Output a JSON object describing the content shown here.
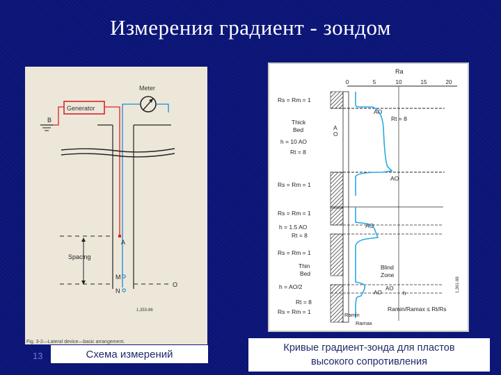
{
  "slide": {
    "title": "Измерения градиент - зондом",
    "page_number": "13"
  },
  "left_figure": {
    "meter_label": "Meter",
    "generator_label": "Generator",
    "electrode_b": "B",
    "electrode_a": "A",
    "spacing_label": "Spacing",
    "electrode_m": "M",
    "electrode_n": "N",
    "point_o": "O",
    "figure_code": "1,353-86",
    "fig_caption": "Fig. 3-2—Lateral device—basic arrangement.",
    "caption": "Схема измерений"
  },
  "right_figure": {
    "axis_title": "Ra",
    "ticks": [
      "0",
      "5",
      "10",
      "15",
      "20"
    ],
    "thick_section": {
      "top_formula": "Rs = Rm = 1",
      "bed_label": "Thick\nBed",
      "h_label": "h = 10 AO",
      "rt_label": "Rt = 8",
      "rt_curve_label": "Rt = 8",
      "ao_upper": "AO",
      "ao_lower": "AO",
      "a_label": "A",
      "o_label": "O",
      "bottom_formula": "Rs = Rm = 1"
    },
    "medium_section": {
      "top_formula": "Rs = Rm = 1",
      "h_label": "h = 1.5 AO",
      "rt_label": "Rt = 8",
      "ao_label": "AO",
      "bottom_formula": "Rs = Rm = 1"
    },
    "thin_section": {
      "bed_label": "Thin\nBed",
      "h_label": "h = AO/2",
      "rt_label": "Rt = 8",
      "blind_zone": "Blind\nZone",
      "ao_upper": "AO",
      "ao_lower": "AO",
      "h_small": "h",
      "bottom_formula": "Rs = Rm = 1",
      "ramin": "Ramin",
      "ramax": "Ramax",
      "ratio_formula": "Ramin/Ramax ≤ Rt/Rs"
    },
    "figure_code": "1,361-88",
    "caption_line1": "Кривые градиент-зонда для пластов",
    "caption_line2": "высокого сопротивления"
  },
  "colors": {
    "background": "#0a1478",
    "curve": "#2aa6e6",
    "wire_red": "#d8232a",
    "wire_blue": "#1a8ad4",
    "hatch": "#222222"
  }
}
